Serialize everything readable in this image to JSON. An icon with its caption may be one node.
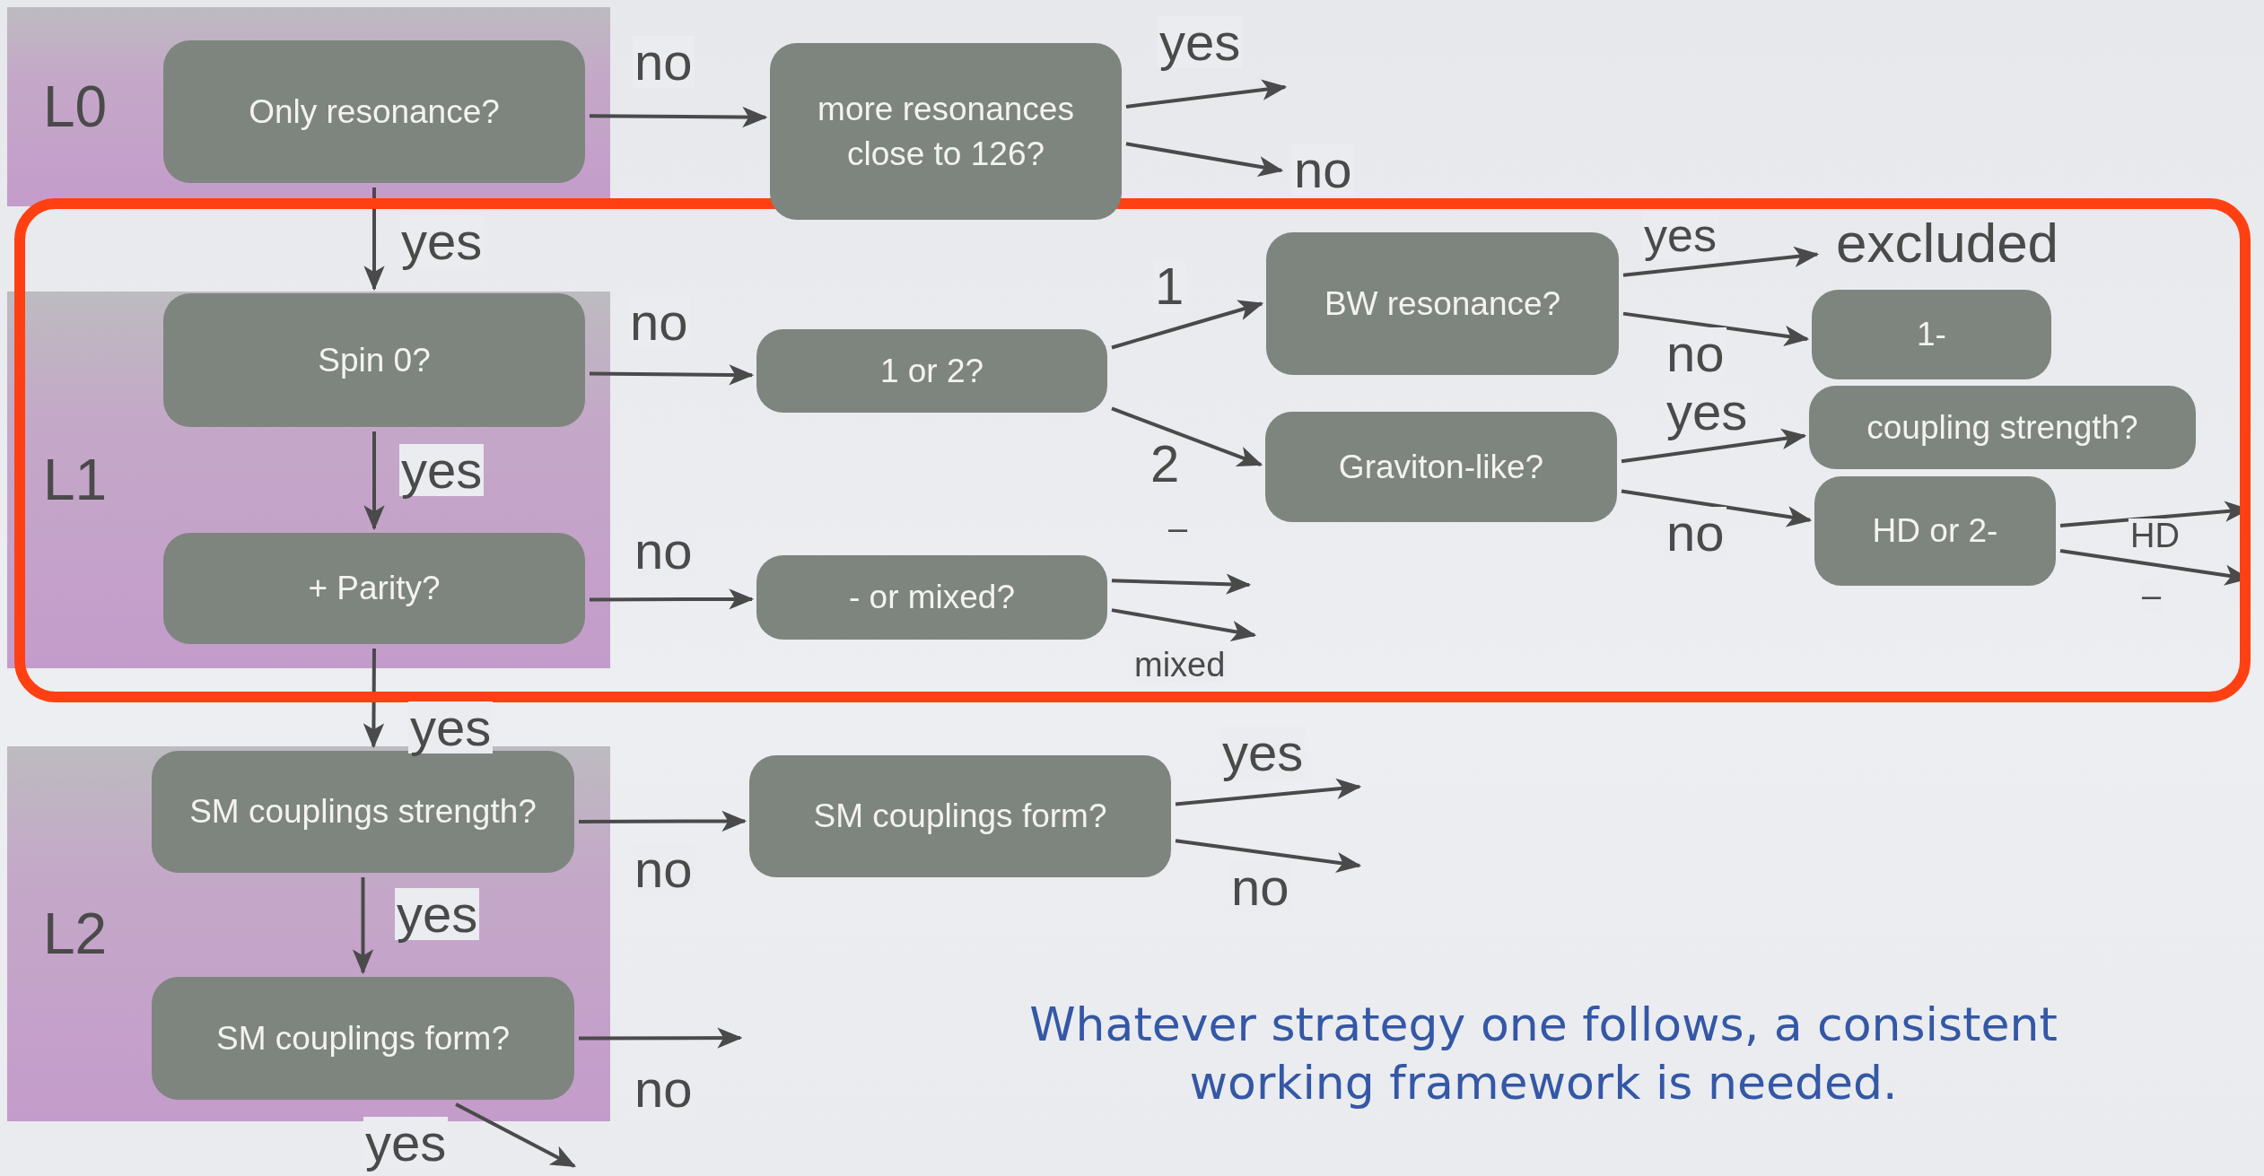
{
  "diagram": {
    "caption": "Whatever strategy one follows, a consistent working framework is needed.",
    "nodes": [
      {
        "text": [
          "L0"
        ]
      },
      {
        "text": [
          "Only resonance?"
        ],
        "in": 0
      },
      {
        "text": [
          "more resonances close to 126?"
        ]
      },
      {
        "text": [
          "L1"
        ]
      },
      {
        "text": [
          "Spin 0?"
        ],
        "in": 3
      },
      {
        "text": [
          "1 or 2?"
        ]
      },
      {
        "text": [
          "BW resonance?"
        ]
      },
      {
        "text": [
          "excluded"
        ]
      },
      {
        "text": [
          "1-"
        ]
      },
      {
        "text": [
          "coupling strength?"
        ]
      },
      {
        "text": [
          "Graviton-like?"
        ]
      },
      {
        "text": [
          "HD or 2-"
        ]
      },
      {
        "text": [
          "+ Parity?"
        ],
        "in": 3
      },
      {
        "text": [
          "- or mixed?"
        ]
      },
      {
        "text": [
          "L2"
        ]
      },
      {
        "text": [
          "SM couplings strength?"
        ],
        "in": 14
      },
      {
        "text": [
          "SM couplings form?"
        ]
      },
      {
        "text": [
          "SM couplings form?"
        ],
        "in": 14
      }
    ],
    "edges": [
      {
        "from": 1,
        "to": 2,
        "arrow": "to",
        "label": "no"
      },
      {
        "from": 2,
        "to": null,
        "arrow": "to",
        "label": "yes"
      },
      {
        "from": 2,
        "to": null,
        "arrow": "to",
        "label": "no"
      },
      {
        "from": 1,
        "to": 4,
        "arrow": "to",
        "label": "yes"
      },
      {
        "from": 4,
        "to": 5,
        "arrow": "to",
        "label": "no"
      },
      {
        "from": 4,
        "to": 12,
        "arrow": "to",
        "label": "yes"
      },
      {
        "from": 5,
        "to": 6,
        "arrow": "to",
        "label": "1"
      },
      {
        "from": 5,
        "to": 10,
        "arrow": "to",
        "label": "2"
      },
      {
        "from": 6,
        "to": 7,
        "arrow": "to",
        "label": "yes"
      },
      {
        "from": 6,
        "to": 8,
        "arrow": "to",
        "label": "no"
      },
      {
        "from": 10,
        "to": 9,
        "arrow": "to",
        "label": "yes"
      },
      {
        "from": 10,
        "to": 11,
        "arrow": "to",
        "label": "no"
      },
      {
        "from": 11,
        "to": null,
        "arrow": "to",
        "label": "HD"
      },
      {
        "from": 11,
        "to": null,
        "arrow": "to",
        "label": "–"
      },
      {
        "from": 12,
        "to": 13,
        "arrow": "to",
        "label": "no"
      },
      {
        "from": 13,
        "to": null,
        "arrow": "to",
        "label": "–"
      },
      {
        "from": 13,
        "to": null,
        "arrow": "to",
        "label": "mixed"
      },
      {
        "from": 12,
        "to": 15,
        "arrow": "to",
        "label": "yes"
      },
      {
        "from": 15,
        "to": 16,
        "arrow": "to",
        "label": "no"
      },
      {
        "from": 16,
        "to": null,
        "arrow": "to",
        "label": "yes"
      },
      {
        "from": 16,
        "to": null,
        "arrow": "to",
        "label": "no"
      },
      {
        "from": 15,
        "to": 17,
        "arrow": "to",
        "label": "yes"
      },
      {
        "from": 17,
        "to": null,
        "arrow": "to",
        "label": "no"
      },
      {
        "from": 17,
        "to": null,
        "arrow": "to",
        "label": "yes"
      }
    ]
  }
}
